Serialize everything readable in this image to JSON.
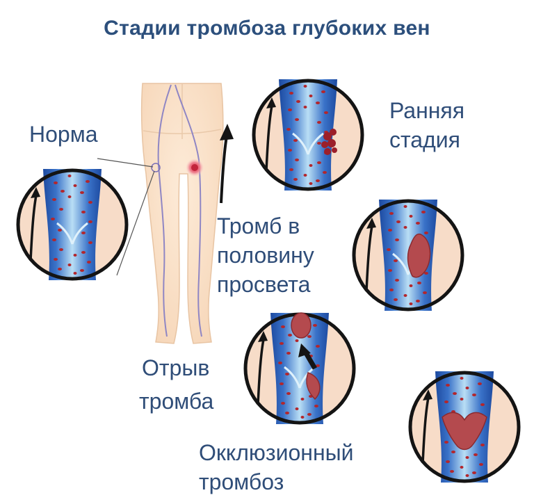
{
  "title": "Стадии тромбоза глубоких вен",
  "labels": {
    "normal": "Норма",
    "early_1": "Ранняя",
    "early_2": "стадия",
    "half_1": "Тромб в",
    "half_2": "половину",
    "half_3": "просвета",
    "detach_1": "Отрыв",
    "detach_2": "тромба",
    "occl_1": "Окклюзионный",
    "occl_2": "тромбоз"
  },
  "colors": {
    "title": "#2c4f7c",
    "label": "#2f4d78",
    "skin": "#fbe6cf",
    "vessel_blue": "#1e4fa8",
    "vessel_light": "#a9d4f0",
    "blood_cell": "#b3262c",
    "clot": "#b44a4e",
    "circle_bg": "#f7dcc8"
  },
  "icons": [
    "up-arrow-icon",
    "leg-silhouette-icon"
  ]
}
